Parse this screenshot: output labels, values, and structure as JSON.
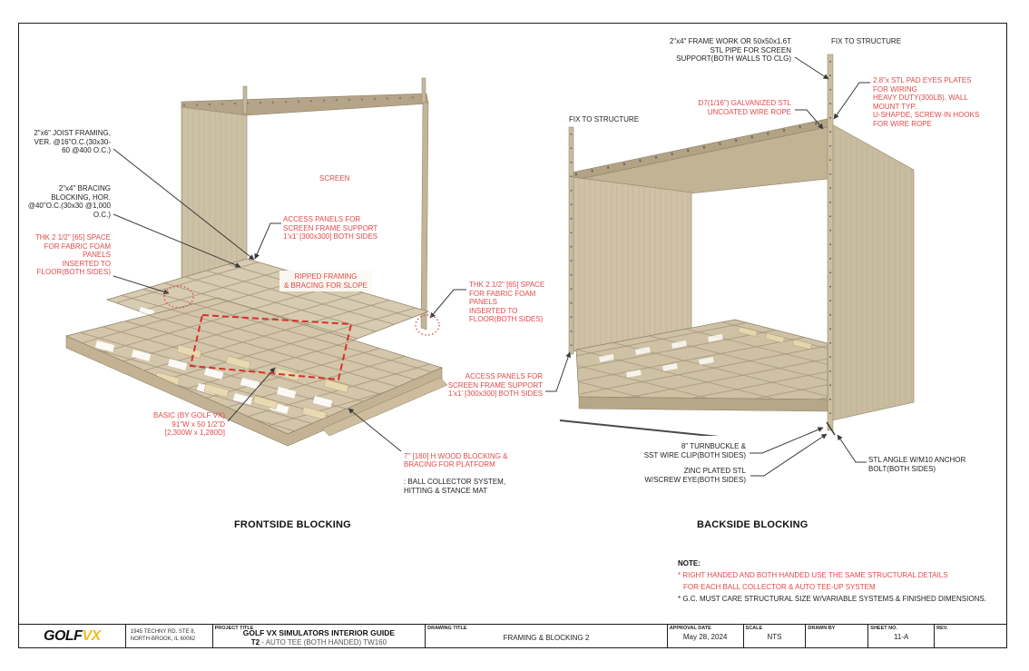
{
  "colors": {
    "accent_red": "#e04a4a",
    "logo_yellow": "#efbf1f",
    "wood": "#cfc3a8"
  },
  "captions": {
    "frontside": "FRONTSIDE BLOCKING",
    "backside": "BACKSIDE BLOCKING"
  },
  "annotations": {
    "fs": {
      "joist_framing": "2\"x6\" JOIST FRAMING,\nVER. @16\"O.C.(30x30-\n60 @400 O.C.)",
      "bracing_blocking": "2\"x4\" BRACING\nBLOCKING, HOR.\n@40\"O.C.(30x30 @1,000\nO.C.)",
      "foam_space_left": "THK 2 1/2\" [65] SPACE\nFOR FABRIC FOAM\nPANELS\nINSERTED TO\nFLOOR(BOTH SIDES)",
      "screen": "SCREEN",
      "access_panels_left": "ACCESS PANELS FOR\nSCREEN FRAME SUPPORT\n1'x1' [300x300] BOTH SIDES",
      "ripped_framing": "RIPPED FRAMING\n& BRACING FOR SLOPE",
      "foam_space_right": "THK 2 1/2\" [65] SPACE\nFOR FABRIC FOAM\nPANELS\nINSERTED TO\nFLOOR(BOTH SIDES)",
      "access_panels_right": "ACCESS PANELS FOR\nSCREEN FRAME SUPPORT\n1'x1' [300x300] BOTH SIDES",
      "basic_platform": "BASIC (BY GOLF VX)\n91\"W x 50 1/2\"D\n[2,300W x 1,280D]",
      "wood_blocking_red": "7\" [180] H WOOD BLOCKING &\nBRACING FOR PLATFORM",
      "wood_blocking_black": ": BALL COLLECTOR SYSTEM,\nHITTING & STANCE MAT"
    },
    "bs": {
      "frame_work": "2\"x4\" FRAME WORK OR 50x50x1.6T\nSTL PIPE FOR SCREEN\nSUPPORT(BOTH WALLS TO CLG)",
      "fix_right": "FIX TO STRUCTURE",
      "fix_left": "FIX TO STRUCTURE",
      "pad_eyes": "2.8\"x STL PAD EYES PLATES\nFOR WIRING\nHEAVY DUTY(300LB), WALL\nMOUNT TYP.\nU-SHAPDE, SCREW-IN HOOKS\nFOR WIRE ROPE",
      "wire_rope": "D7(1/16\") GALVANIZED STL\nUNCOATED WIRE ROPE",
      "turnbuckle": "8\" TURNBUCKLE &\nSST WIRE CLIP(BOTH SIDES)",
      "zinc_plated": "ZINC PLATED STL\nW/SCREW EYE(BOTH SIDES)",
      "stl_angle": "STL ANGLE W/M10 ANCHOR\nBOLT(BOTH SIDES)"
    }
  },
  "note": {
    "heading": "NOTE:",
    "red_line1": "* RIGHT HANDED AND BOTH HANDED USE THE SAME STRUCTURAL DETAILS",
    "red_line2": "FOR EACH BALL COLLECTOR & AUTO TEE-UP SYSTEM",
    "black_line": "* G.C. MUST CARE STRUCTURAL SIZE W/VARIABLE SYSTEMS & FINISHED DIMENSIONS."
  },
  "tb": {
    "logo_golf": "GOLF",
    "logo_vx": "VX",
    "address": "1945 TECHNY RD. STE 8,\nNORTH-BROOK, IL 60062",
    "project_title_label": "PROJECT TITLE",
    "project_title": "GOLF VX SIMULATORS INTERIOR GUIDE",
    "project_subtitle_bold": "T2",
    "project_subtitle_rest": " - AUTO TEE (BOTH HANDED) TW160",
    "drawing_title_label": "DRAWING TITLE",
    "drawing_title": "FRAMING & BLOCKING 2",
    "approval_label": "APPROVAL DATE",
    "approval_value": "May 28, 2024",
    "scale_label": "SCALE",
    "scale_value": "NTS",
    "drawn_by_label": "DRAWN BY",
    "drawn_by_value": "",
    "sheet_label": "SHEET NO.",
    "sheet_value": "11-A",
    "rev_label": "REV.",
    "rev_value": ""
  }
}
